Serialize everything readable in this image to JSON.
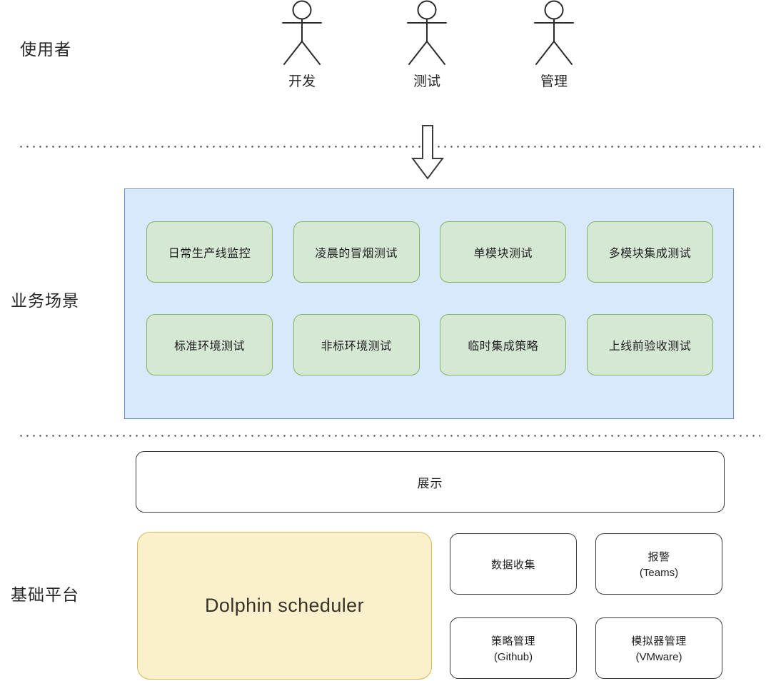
{
  "rows": {
    "users_label": "使用者",
    "business_label": "业务场景",
    "platform_label": "基础平台"
  },
  "actors": [
    {
      "label": "开发",
      "icon": "stick-figure-icon"
    },
    {
      "label": "测试",
      "icon": "stick-figure-icon"
    },
    {
      "label": "管理",
      "icon": "stick-figure-icon"
    }
  ],
  "flow_arrow": {
    "icon": "down-arrow-icon",
    "direction": "down"
  },
  "business": {
    "panel_fill": "#dae8fc",
    "panel_stroke": "#6c8ebf",
    "box_fill": "#d5e8d4",
    "box_stroke": "#82b366",
    "rows": [
      [
        {
          "label": "日常生产线监控"
        },
        {
          "label": "凌晨的冒烟测试"
        },
        {
          "label": "单模块测试"
        },
        {
          "label": "多模块集成测试"
        }
      ],
      [
        {
          "label": "标准环境测试"
        },
        {
          "label": "非标环境测试"
        },
        {
          "label": "临时集成策略"
        },
        {
          "label": "上线前验收测试"
        }
      ]
    ]
  },
  "presentation": {
    "label": "展示"
  },
  "platform": {
    "scheduler": {
      "label": "Dolphin scheduler",
      "fill": "#fbf0cc",
      "stroke": "#d6b656"
    },
    "boxes": [
      {
        "label": "数据收集",
        "sub": ""
      },
      {
        "label": "报警",
        "sub": "(Teams)"
      },
      {
        "label": "策略管理",
        "sub": "(Github)"
      },
      {
        "label": "模拟器管理",
        "sub": "(VMware)"
      }
    ]
  }
}
